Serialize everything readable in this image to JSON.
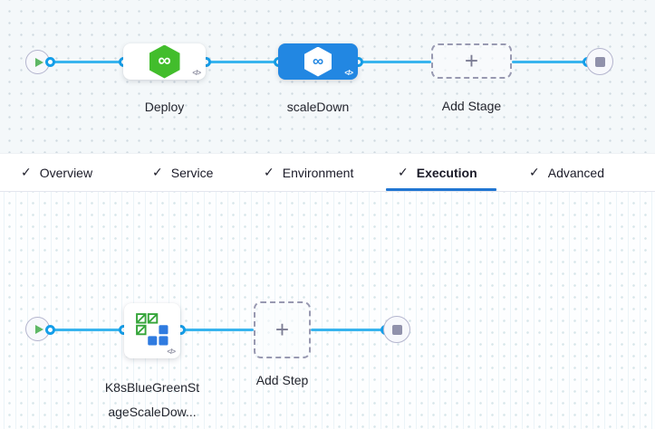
{
  "icons": {
    "check": "✓",
    "plus": "+",
    "infinity": "∞",
    "code": "</>"
  },
  "colors": {
    "edge": "#38b4ee",
    "port_border": "#149ee9",
    "selected_stage_bg": "#2287e2",
    "stage_icon_green": "#42bd2c",
    "active_tab_underline": "#2176d2",
    "k8s_green": "#35a53a",
    "k8s_blue": "#2f7be0"
  },
  "stage_pipeline": {
    "stages": [
      {
        "label": "Deploy",
        "selected": false
      },
      {
        "label": "scaleDown",
        "selected": true
      }
    ],
    "add_stage_label": "Add Stage"
  },
  "tabs": {
    "active": "Execution",
    "items": [
      {
        "label": "Overview",
        "checked": true,
        "active": false
      },
      {
        "label": "Service",
        "checked": true,
        "active": false
      },
      {
        "label": "Environment",
        "checked": true,
        "active": false
      },
      {
        "label": "Execution",
        "checked": true,
        "active": true
      },
      {
        "label": "Advanced",
        "checked": true,
        "active": false
      }
    ]
  },
  "execution_canvas": {
    "step": {
      "label_line1": "K8sBlueGreenSt",
      "label_line2": "ageScaleDow..."
    },
    "add_step_label": "Add Step"
  }
}
